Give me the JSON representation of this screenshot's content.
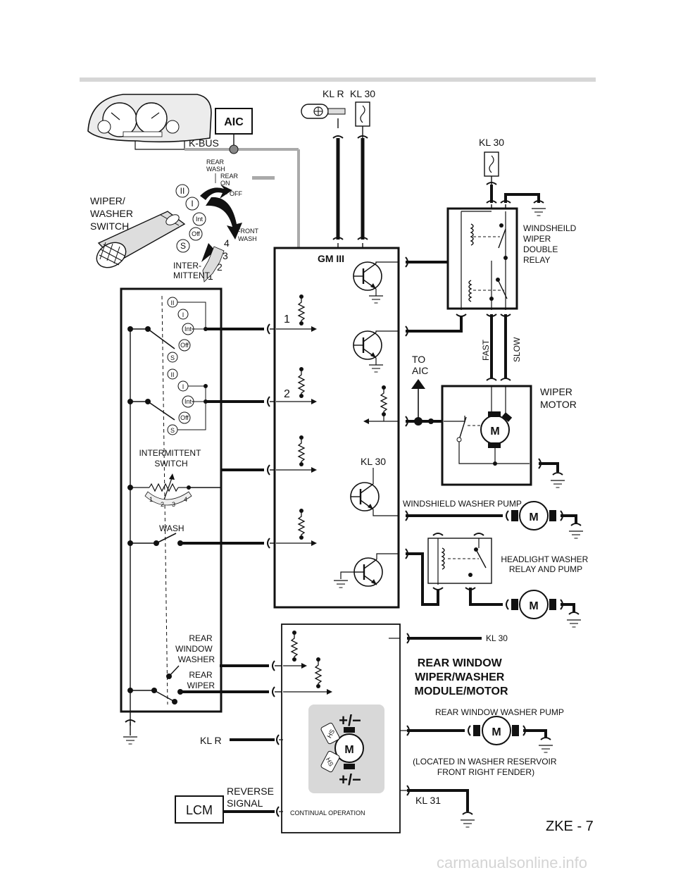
{
  "labels": {
    "aic": "AIC",
    "kbus": "K-BUS",
    "kl_r_top": "KL R",
    "kl_30_top": "KL 30",
    "kl_30_relay": "KL 30",
    "wiper_washer_switch": [
      "WIPER/",
      "WASHER",
      "SWITCH"
    ],
    "rear_wash": [
      "REAR",
      "WASH"
    ],
    "rear_on": [
      "REAR",
      "ON"
    ],
    "off": "OFF",
    "front_wash": [
      "FRONT",
      "WASH"
    ],
    "inter_mittent": [
      "INTER-",
      "MITTENT"
    ],
    "stalk_positions": [
      "II",
      "I",
      "Int",
      "Off",
      "S"
    ],
    "interval_numbers": [
      "1",
      "2",
      "3",
      "4"
    ],
    "gm3": "GM III",
    "circuit_1": "1",
    "circuit_2": "2",
    "to_aic": [
      "TO",
      "AIC"
    ],
    "kl_30_gm": "KL 30",
    "windshield_relay": [
      "WINDSHEILD",
      "WIPER",
      "DOUBLE",
      "RELAY"
    ],
    "fast": "FAST",
    "slow": "SLOW",
    "wiper_motor": [
      "WIPER",
      "MOTOR"
    ],
    "motor_m": "M",
    "windshield_washer_pump": "WINDSHIELD WASHER PUMP",
    "headlight_washer": [
      "HEADLIGHT  WASHER",
      "RELAY AND  PUMP"
    ],
    "intermittent_switch": [
      "INTERMITTENT",
      "SWITCH"
    ],
    "wash": "WASH",
    "rear_window_washer": [
      "REAR",
      "WINDOW",
      "WASHER"
    ],
    "rear_wiper": [
      "REAR",
      "WIPER"
    ],
    "kl_30_rear": "KL 30",
    "rear_module": [
      "REAR WINDOW",
      "WIPER/WASHER",
      "MODULE/MOTOR"
    ],
    "rear_window_washer_pump": "REAR WINDOW WASHER PUMP",
    "reservoir_note": [
      "(LOCATED IN WASHER RESERVOIR",
      "FRONT RIGHT FENDER)"
    ],
    "kl_r_bottom": "KL R",
    "reverse_signal": [
      "REVERSE",
      "SIGNAL"
    ],
    "lcm": "LCM",
    "continual_operation": "CONTINUAL OPERATION",
    "kl_31": "KL 31",
    "hs": "HS",
    "plus_minus": "+/−"
  },
  "footer": {
    "page_label": "ZKE - 7",
    "watermark": "carmanualsonline.info"
  }
}
